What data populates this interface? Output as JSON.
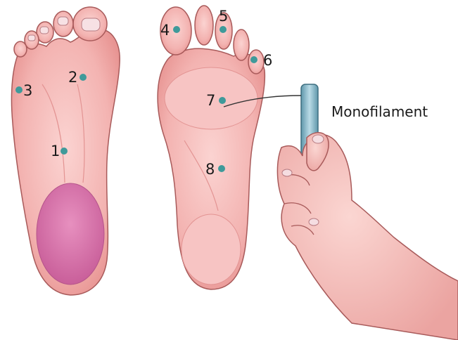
{
  "illustration": {
    "skin_color": "#f4b7b6",
    "skin_shadow": "#e7908f",
    "outline_color": "#7a3a3a",
    "heel_patch_color": "#d873a8",
    "site_dot_color": "#3f9a9a",
    "monofilament_handle_color": "#7db1c2"
  },
  "sites": [
    {
      "label": "1"
    },
    {
      "label": "2"
    },
    {
      "label": "3"
    },
    {
      "label": "4"
    },
    {
      "label": "5"
    },
    {
      "label": "6"
    },
    {
      "label": "7"
    },
    {
      "label": "8"
    }
  ],
  "tool_label": "Monofilament"
}
